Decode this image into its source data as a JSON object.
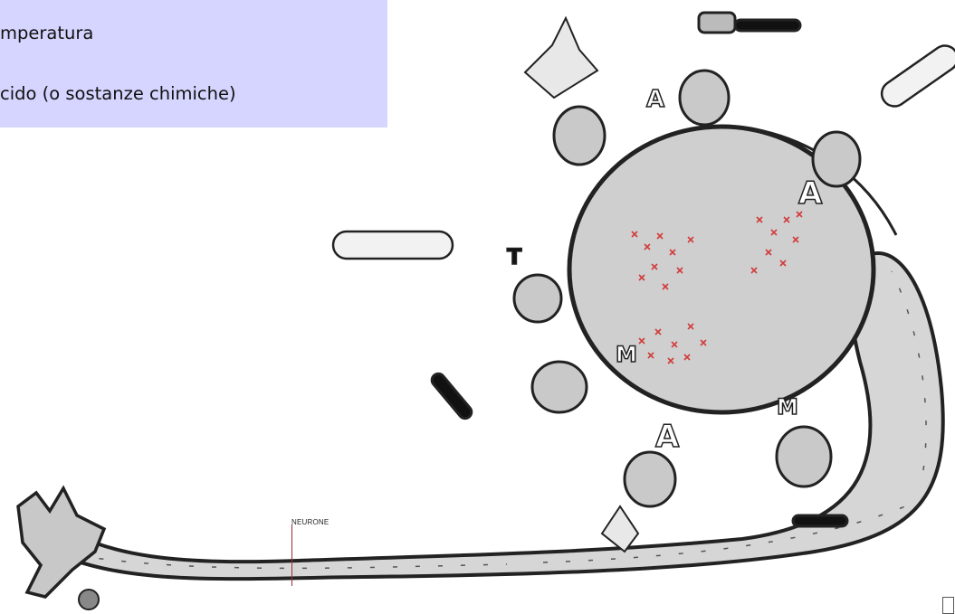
{
  "legend": {
    "line1": "mperatura",
    "line2": "cido (o sostanze chimiche)",
    "background": "#d5d5ff"
  },
  "labels": {
    "neurone": "NEURONE",
    "letter_a": "A",
    "letter_t": "T",
    "letter_m": "M"
  },
  "colors": {
    "stimulus_marks": "#d23b3b",
    "cell_fill": "#d6d6d6",
    "outline": "#222222",
    "pointer_line": "#9c2a3a"
  }
}
